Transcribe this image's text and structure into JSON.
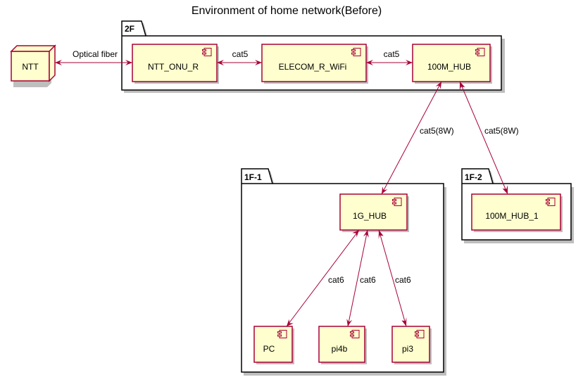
{
  "title": "Environment of home network(Before)",
  "packages": {
    "floor_2f": "2F",
    "floor_1f_1": "1F-1",
    "floor_1f_2": "1F-2"
  },
  "nodes": {
    "ntt": "NTT",
    "ntt_onu_r": "NTT_ONU_R",
    "elecom_r_wifi": "ELECOM_R_WiFi",
    "hub_100m": "100M_HUB",
    "hub_1g": "1G_HUB",
    "hub_100m_1": "100M_HUB_1",
    "pc": "PC",
    "pi4b": "pi4b",
    "pi3": "pi3"
  },
  "edges": {
    "ntt_onu": "Optical fiber",
    "onu_elecom": "cat5",
    "elecom_hub": "cat5",
    "hub_1g": "cat5(8W)",
    "hub_100m_1": "cat5(8W)",
    "g_pc": "cat6",
    "g_pi4b": "cat6",
    "g_pi3": "cat6"
  },
  "colors": {
    "node_fill": "#FEFECE",
    "node_border": "#A80036",
    "edge": "#A80036"
  }
}
